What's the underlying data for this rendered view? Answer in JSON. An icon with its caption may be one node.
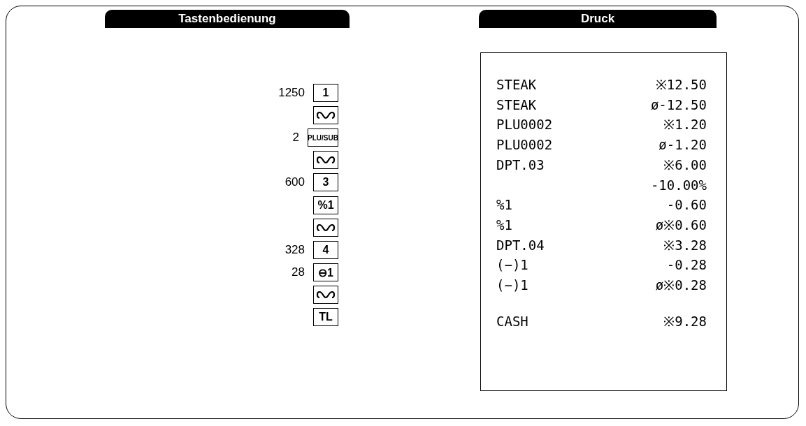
{
  "diagram": {
    "nodes": [
      {
        "text": [
          "Tastenbedienung"
        ]
      },
      {
        "text": [
          "Druck"
        ]
      },
      {
        "text": [
          "1"
        ],
        "beside": [
          "1250"
        ]
      },
      {
        "text": [],
        "shape": "box"
      },
      {
        "text": [
          "PLU/SUB"
        ],
        "beside": [
          "2"
        ]
      },
      {
        "text": [],
        "shape": "box"
      },
      {
        "text": [
          "3"
        ],
        "beside": [
          "600"
        ]
      },
      {
        "text": [
          "%1"
        ]
      },
      {
        "text": [],
        "shape": "box"
      },
      {
        "text": [
          "4"
        ],
        "beside": [
          "328"
        ]
      },
      {
        "text": [
          "⊖1"
        ],
        "beside": [
          "28"
        ]
      },
      {
        "text": [],
        "shape": "box"
      },
      {
        "text": [
          "TL"
        ]
      },
      {
        "text": [
          "STEAK",
          "※12.50",
          "STEAK",
          "ø-12.50",
          "PLU0002",
          "※1.20",
          "PLU0002",
          "ø-1.20",
          "DPT.03",
          "※6.00",
          "-10.00%",
          "%1",
          "-0.60",
          "%1",
          "ø※0.60",
          "DPT.04",
          "※3.28",
          "(−)1",
          "-0.28",
          "(−)1",
          "ø※0.28",
          "CASH",
          "※9.28"
        ]
      }
    ],
    "edges": []
  }
}
